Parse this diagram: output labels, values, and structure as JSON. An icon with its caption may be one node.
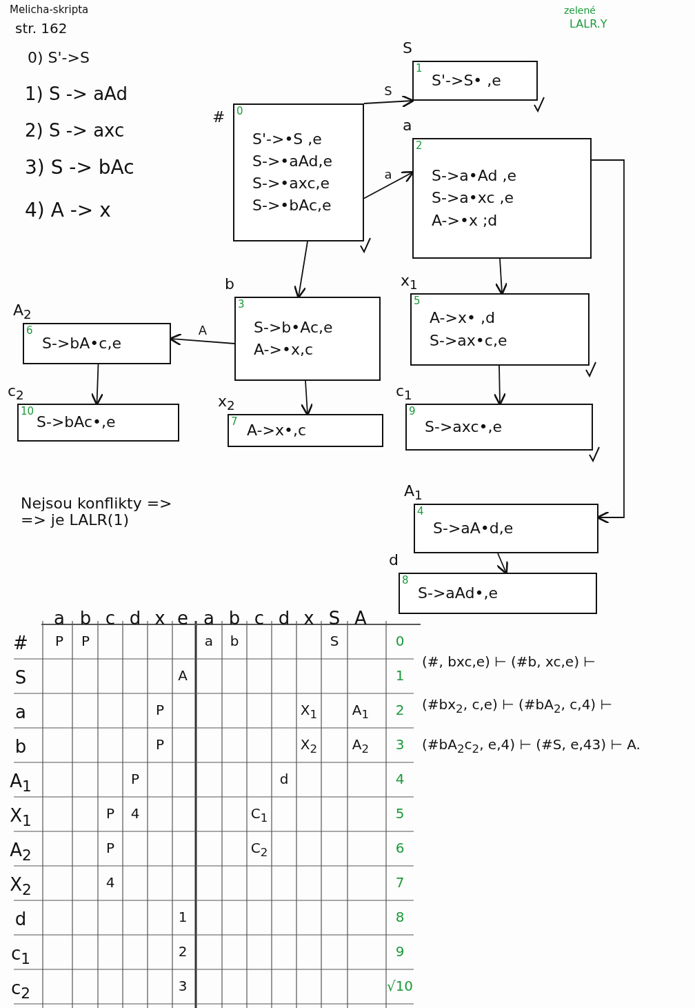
{
  "diagram": {
    "nodes": [
      {
        "text": [
          "0",
          "S'->•S ,e",
          "S->•aAd,e",
          "S->•axc,e",
          "S->•bAc,e"
        ],
        "beside": [
          "#"
        ]
      },
      {
        "text": [
          "1",
          "S'->S• ,e"
        ],
        "beside": [
          "S"
        ]
      },
      {
        "text": [
          "2",
          "S->a•Ad ,e",
          "S->a•xc ,e",
          "A->•x ;d"
        ],
        "beside": [
          "a"
        ]
      },
      {
        "text": [
          "3",
          "S->b•Ac,e",
          "A->•x,c"
        ],
        "beside": [
          "b"
        ]
      },
      {
        "text": [
          "4",
          "S->aA•d,e"
        ],
        "beside": [
          "A$_{1}$"
        ]
      },
      {
        "text": [
          "5",
          "A->x• ,d",
          "S->ax•c,e"
        ],
        "beside": [
          "x$_{1}$"
        ]
      },
      {
        "text": [
          "6",
          "S->bA•c,e"
        ],
        "beside": [
          "A$_{2}$"
        ]
      },
      {
        "text": [
          "7",
          "A->x•,c"
        ],
        "beside": [
          "x$_{2}$"
        ]
      },
      {
        "text": [
          "8",
          "S->aAd•,e"
        ],
        "beside": [
          "d"
        ]
      },
      {
        "text": [
          "9",
          "S->axc•,e"
        ],
        "beside": [
          "c$_{1}$"
        ]
      },
      {
        "text": [
          "10",
          "S->bAc•,e"
        ],
        "beside": [
          "c$_{2}$"
        ]
      }
    ],
    "edges": [
      {
        "from": 0,
        "to": 1,
        "arrow": "to",
        "label": "S"
      },
      {
        "from": 0,
        "to": 2,
        "arrow": "to",
        "label": "a"
      },
      {
        "from": 0,
        "to": 3,
        "arrow": "to"
      },
      {
        "from": 2,
        "to": 5,
        "arrow": "to"
      },
      {
        "from": 2,
        "to": 4,
        "arrow": "to"
      },
      {
        "from": 3,
        "to": 6,
        "arrow": "to",
        "label": "A"
      },
      {
        "from": 3,
        "to": 7,
        "arrow": "to"
      },
      {
        "from": 6,
        "to": 10,
        "arrow": "to"
      },
      {
        "from": 5,
        "to": 9,
        "arrow": "to"
      },
      {
        "from": 4,
        "to": 8,
        "arrow": "to"
      }
    ],
    "labels": [
      "Melicha-skripta",
      "str. 162",
      "zelené",
      "LALR.Y",
      "0) S'->S",
      "1) S -> aAd",
      "2) S -> axc",
      "3) S -> bAc",
      "4) A -> x",
      "Nejsou konflikty => => je LALR(1)",
      "a",
      "b",
      "c",
      "d",
      "x",
      "e",
      "a",
      "b",
      "c",
      "d",
      "x",
      "S",
      "A",
      "#",
      "P",
      "P",
      "a",
      "b",
      "S",
      "0",
      "S",
      "A",
      "1",
      "a",
      "P",
      "X$_{1}$",
      "A$_{1}$",
      "2",
      "b",
      "P",
      "X$_{2}$",
      "A$_{2}$",
      "3",
      "A$_{1}$",
      "P",
      "d",
      "4",
      "X$_{1}$",
      "P",
      "4",
      "C$_{1}$",
      "5",
      "A$_{2}$",
      "P",
      "C$_{2}$",
      "6",
      "X$_{2}$",
      "4",
      "7",
      "d",
      "1",
      "8",
      "c$_{1}$",
      "2",
      "9",
      "c$_{2}$",
      "3",
      "√10",
      "(#, bxc,e) ⊢ (#b, xc,e) ⊢",
      "(#bx$_{2}$, c,e) ⊢ (#bA$_{2}$, c,4) ⊢",
      "(#bA$_{2}$c$_{2}$, e,4) ⊢ (#S, e,43) ⊢ A."
    ]
  }
}
